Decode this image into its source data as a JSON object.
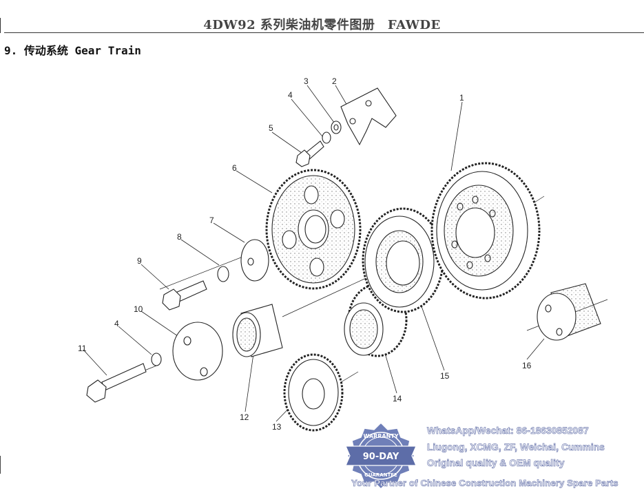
{
  "header": {
    "title": "4DW92 系列柴油机零件图册　FAWDE"
  },
  "section": {
    "title": "9. 传动系统 Gear Train"
  },
  "callouts": [
    "1",
    "2",
    "3",
    "4",
    "5",
    "6",
    "7",
    "8",
    "9",
    "10",
    "4",
    "11",
    "12",
    "13",
    "14",
    "15",
    "16"
  ],
  "badge": {
    "top_text": "WARRANTY",
    "main_text": "90-DAY",
    "bottom_text": "GUARANTEE"
  },
  "watermark": {
    "line1": "WhatsApp/Wechat: 86-18630852087",
    "line2": "Liugong, XCMG, ZF, Weichai, Cummins",
    "line3": "Original quality & OEM quality",
    "line4": "Your Partner of Chinese Construction Machinery Spare Parts"
  },
  "colors": {
    "ink": "#222222",
    "watermark_blue": "#7b86b6",
    "badge_blue": "#6f7fb8"
  }
}
